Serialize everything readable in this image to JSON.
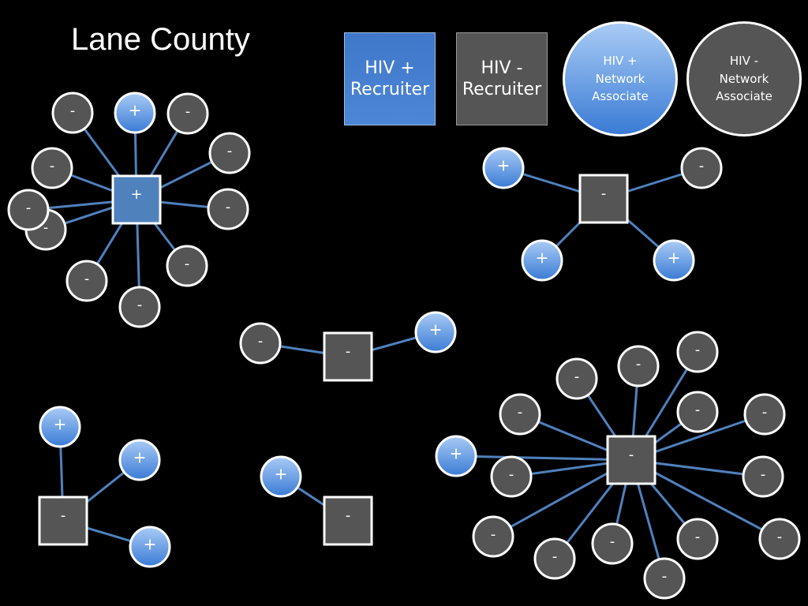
{
  "title": "Lane County",
  "colors": {
    "background": "#000000",
    "positive_fill_top": "#9ec3f2",
    "positive_fill_bottom": "#3a7bd5",
    "negative_fill": "#555555",
    "recruiter_positive_fill": "#4f81bd",
    "edge": "#4f81bd",
    "outline": "#ffffff"
  },
  "legend": [
    {
      "id": "hiv-pos-recruiter",
      "shape": "square",
      "status": "positive",
      "text": "HIV +\nRecruiter"
    },
    {
      "id": "hiv-neg-recruiter",
      "shape": "square",
      "status": "negative",
      "text": "HIV -\nRecruiter"
    },
    {
      "id": "hiv-pos-associate",
      "shape": "circle",
      "status": "positive",
      "text": "HIV +\nNetwork\nAssociate"
    },
    {
      "id": "hiv-neg-associate",
      "shape": "circle",
      "status": "negative",
      "text": "HIV -\nNetwork\nAssociate"
    }
  ],
  "symbols": {
    "positive": "+",
    "negative": "-"
  },
  "networks": [
    {
      "recruiter": "positive",
      "associates": [
        "negative",
        "positive",
        "negative",
        "negative",
        "negative",
        "negative",
        "negative",
        "negative",
        "negative",
        "negative",
        "negative"
      ]
    },
    {
      "recruiter": "negative",
      "associates": [
        "positive",
        "negative",
        "positive",
        "positive"
      ]
    },
    {
      "recruiter": "negative",
      "associates": [
        "negative",
        "positive"
      ]
    },
    {
      "recruiter": "negative",
      "associates": [
        "positive",
        "positive",
        "positive"
      ]
    },
    {
      "recruiter": "negative",
      "associates": [
        "positive"
      ]
    },
    {
      "recruiter": "negative",
      "associates": [
        "negative",
        "negative",
        "negative",
        "negative",
        "negative",
        "negative",
        "positive",
        "negative",
        "negative",
        "negative",
        "negative",
        "negative",
        "negative",
        "negative",
        "negative"
      ]
    }
  ]
}
